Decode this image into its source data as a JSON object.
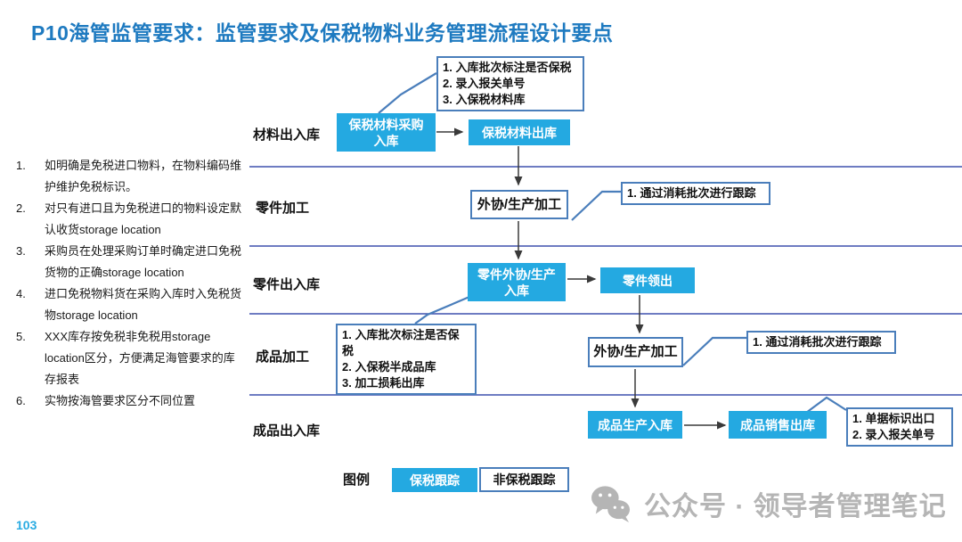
{
  "page": {
    "title": "P10海管监管要求：监管要求及保税物料业务管理流程设计要点",
    "page_number": "103",
    "watermark": "公众号 · 领导者管理笔记"
  },
  "icons": {
    "watermark_logo": "wechat-icon"
  },
  "colors": {
    "title_color": "#1E7AC0",
    "process_fill": "#24A9E1",
    "box_border": "#4A7EBB",
    "divider": "#3E51AE",
    "watermark_color": "#B5B5B5",
    "pagenum_color": "#29ABE2"
  },
  "notes": {
    "items": [
      {
        "num": "1.",
        "text": "如明确是免税进口物料，在物料编码维护维护免税标识。"
      },
      {
        "num": "2.",
        "text": "对只有进口且为免税进口的物料设定默认收货storage location"
      },
      {
        "num": "3.",
        "text": "采购员在处理采购订单时确定进口免税货物的正确storage location"
      },
      {
        "num": "4.",
        "text": "进口免税物料货在采购入库时入免税货物storage location"
      },
      {
        "num": "5.",
        "text": "XXX库存按免税非免税用storage location区分，方便满足海管要求的库存报表"
      },
      {
        "num": "6.",
        "text": "实物按海管要求区分不同位置"
      }
    ]
  },
  "stages": {
    "s1": "材料出入库",
    "s2": "零件加工",
    "s3": "零件出入库",
    "s4": "成品加工",
    "s5": "成品出入库"
  },
  "flow": {
    "bonded_material_in": {
      "lines": [
        "保税材料采购",
        "入库"
      ]
    },
    "bonded_material_out": {
      "lines": [
        "保税材料出库"
      ]
    },
    "outsourcing_1": {
      "lines": [
        "外协/生产加工"
      ]
    },
    "part_in": {
      "lines": [
        "零件外协/生产",
        "入库"
      ]
    },
    "part_out": {
      "lines": [
        "零件领出"
      ]
    },
    "outsourcing_2": {
      "lines": [
        "外协/生产加工"
      ]
    },
    "fg_in": {
      "lines": [
        "成品生产入库"
      ]
    },
    "fg_out": {
      "lines": [
        "成品销售出库"
      ]
    }
  },
  "callouts": {
    "material_in": {
      "lines": [
        "1. 入库批次标注是否保税",
        "2. 录入报关单号",
        "3. 入保税材料库"
      ]
    },
    "part_track": {
      "lines": [
        "1. 通过消耗批次进行跟踪"
      ]
    },
    "fg_process": {
      "lines": [
        "1. 入库批次标注是否保税",
        "2. 入保税半成品库",
        "3. 加工损耗出库"
      ]
    },
    "fg_track": {
      "lines": [
        "1. 通过消耗批次进行跟踪"
      ]
    },
    "fg_export": {
      "lines": [
        "1. 单据标识出口",
        "2. 录入报关单号"
      ]
    }
  },
  "legend": {
    "label": "图例",
    "bonded": "保税跟踪",
    "non_bonded": "非保税跟踪"
  }
}
